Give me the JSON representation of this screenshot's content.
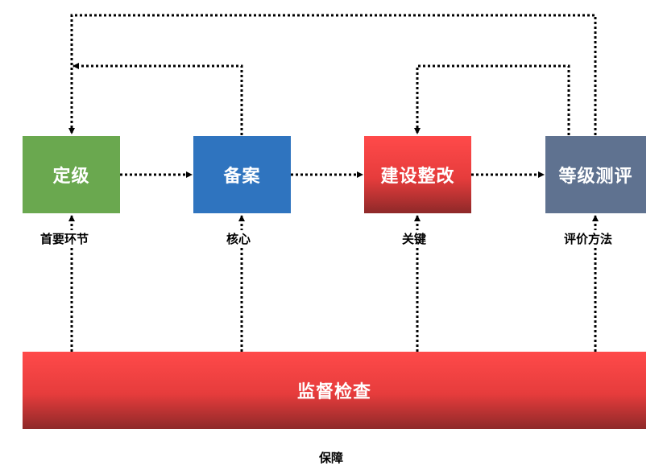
{
  "stages": [
    {
      "title": "定级",
      "note": "首要环节",
      "color": "#6aa84f"
    },
    {
      "title": "备案",
      "note": "核心",
      "color": "#2f74bf"
    },
    {
      "title": "建设整改",
      "note": "关键",
      "color_top": "#ff4a4a",
      "color_bottom": "#8e2929"
    },
    {
      "title": "等级测评",
      "note": "评价方法",
      "color": "#5f7290"
    }
  ],
  "base": {
    "title": "监督检查",
    "note": "保障",
    "color_top": "#ff4a4a",
    "color_bottom": "#8e2929"
  },
  "line_color": "#000000"
}
